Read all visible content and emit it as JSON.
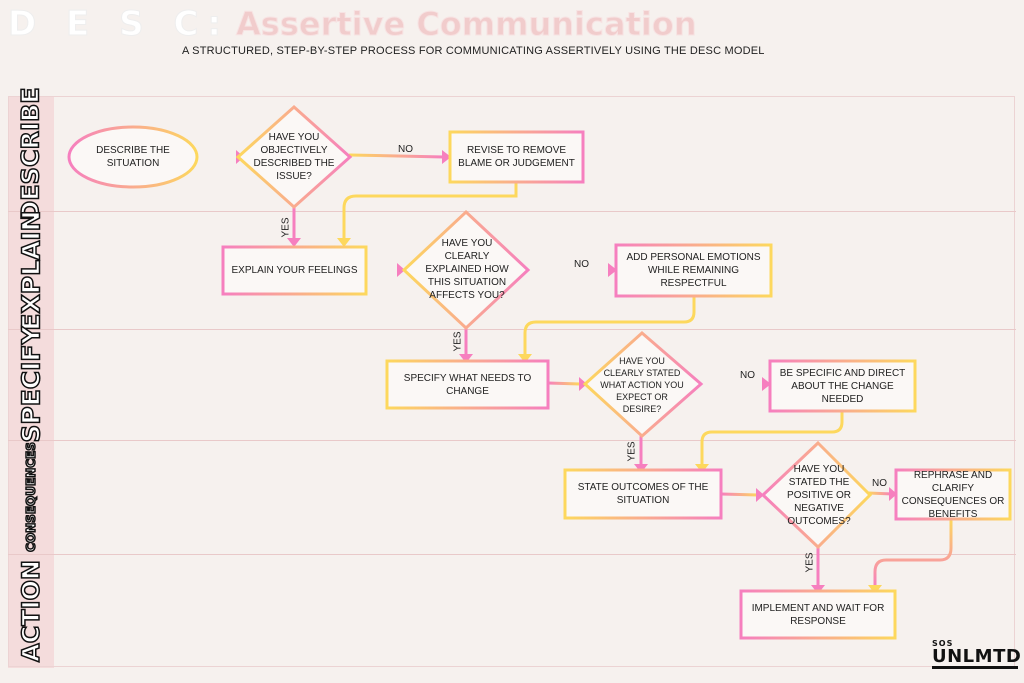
{
  "header": {
    "title_prefix": "D E S C:",
    "title": "Assertive Communication",
    "subtitle": "A STRUCTURED, STEP-BY-STEP PROCESS FOR COMMUNICATING ASSERTIVELY USING THE DESC MODEL"
  },
  "lanes": {
    "describe": "DESCRIBE",
    "explain": "EXPLAIN",
    "specify": "SPECIFY",
    "consequences": "CONSEQUENCES",
    "action": "ACTION"
  },
  "nodes": {
    "describe_situation": "DESCRIBE THE SITUATION",
    "q_objective": "HAVE YOU OBJECTIVELY DESCRIBED THE ISSUE?",
    "revise_blame": "REVISE TO REMOVE BLAME OR JUDGEMENT",
    "explain_feelings": "EXPLAIN YOUR FEELINGS",
    "q_explained": "HAVE YOU CLEARLY EXPLAINED HOW THIS SITUATION AFFECTS YOU?",
    "add_emotions": "ADD PERSONAL EMOTIONS WHILE REMAINING RESPECTFUL",
    "specify_change": "SPECIFY WHAT NEEDS TO CHANGE",
    "q_stated_action": "HAVE YOU CLEARLY STATED WHAT ACTION YOU EXPECT OR DESIRE?",
    "be_specific": "BE SPECIFIC AND DIRECT ABOUT THE CHANGE NEEDED",
    "state_outcomes": "STATE  OUTCOMES OF THE SITUATION",
    "q_outcomes": "HAVE YOU STATED THE POSITIVE OR NEGATIVE OUTCOMES?",
    "rephrase": "REPHRASE AND CLARIFY CONSEQUENCES OR BENEFITS",
    "implement": "IMPLEMENT AND WAIT FOR RESPONSE"
  },
  "edge_labels": {
    "no": "NO",
    "yes": "YES"
  },
  "logo": {
    "top": "SOS",
    "main": "UNLMTD"
  },
  "colors": {
    "pink": "#f67fbf",
    "yellow": "#fdd85d",
    "lane_label_bg": "#f4dcdc",
    "background": "#f6f1ee"
  }
}
